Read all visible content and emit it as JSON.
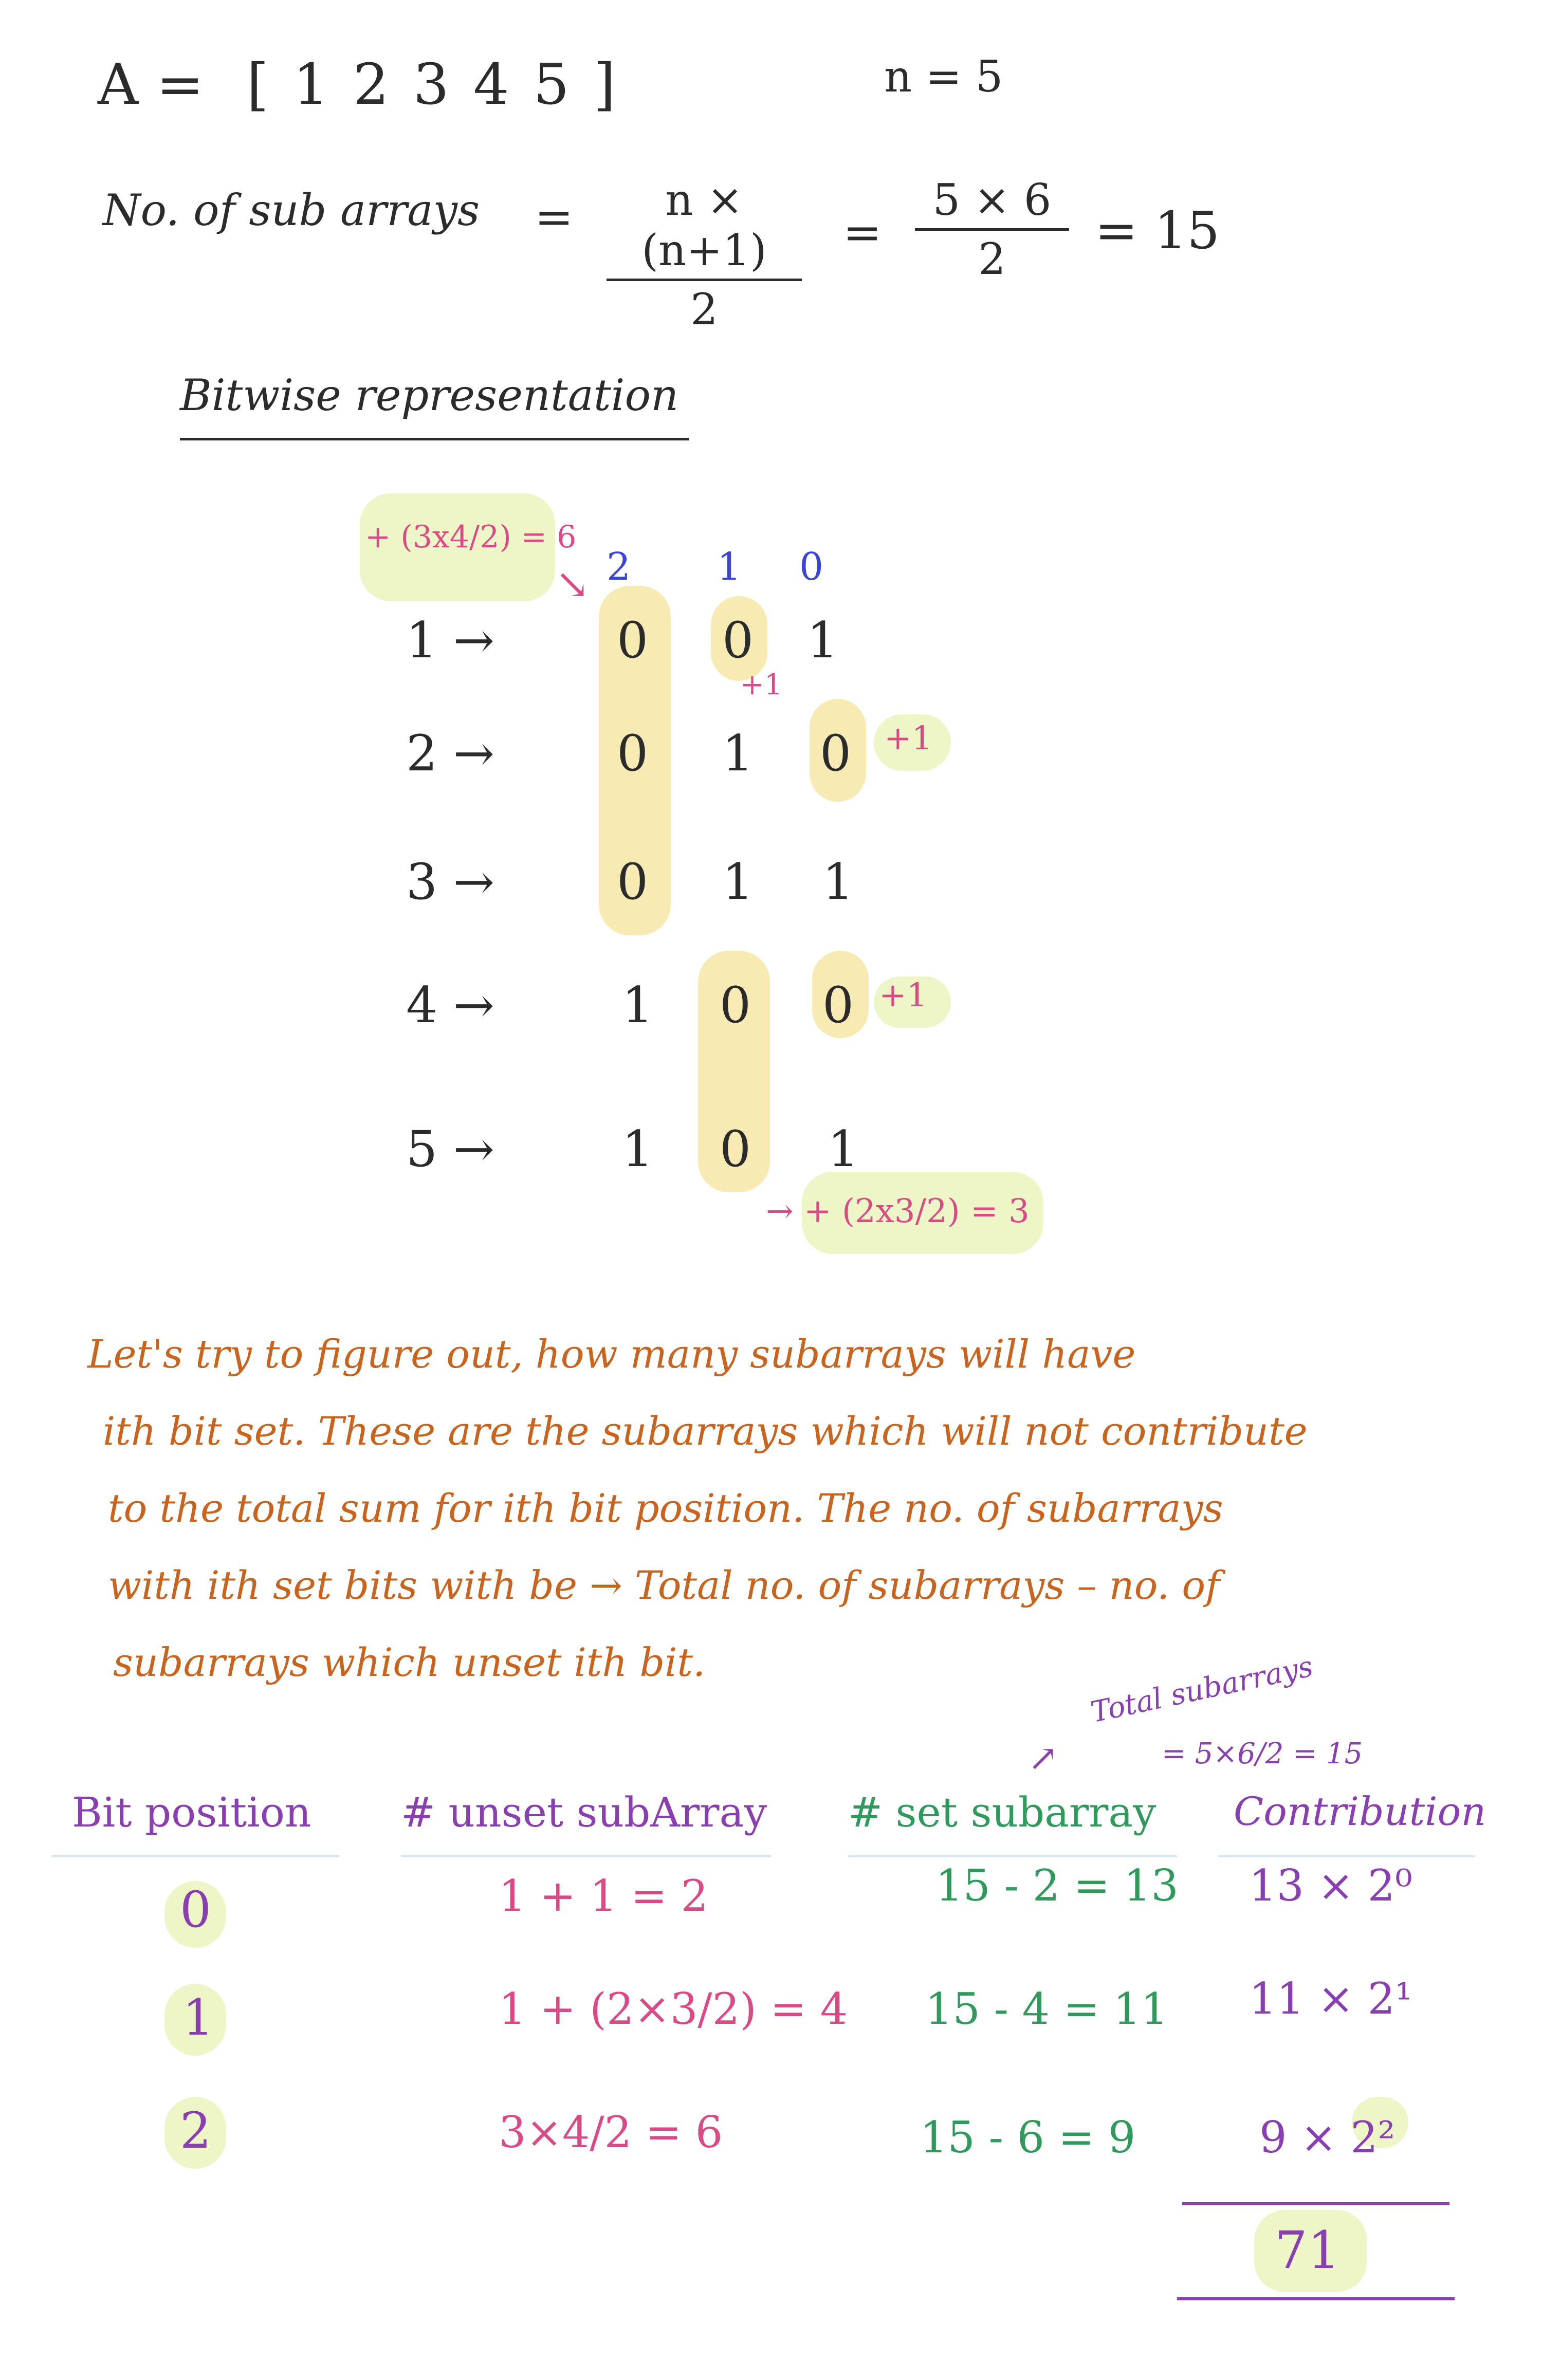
{
  "header": {
    "array_label": "A =",
    "array_values": "[ 1   2   3   4   5 ]",
    "n_label": "n = 5",
    "count_label": "No. of sub arrays",
    "eq": "=",
    "formula_num": "n × (n+1)",
    "formula_den": "2",
    "subst_num": "5 × 6",
    "subst_den": "2",
    "result": "= 15"
  },
  "bitwise": {
    "title": "Bitwise representation",
    "column_headers": [
      "2",
      "1",
      "0"
    ],
    "rows": [
      {
        "label": "1 →",
        "bits": [
          "0",
          "0",
          "1"
        ]
      },
      {
        "label": "2 →",
        "bits": [
          "0",
          "1",
          "0"
        ]
      },
      {
        "label": "3 →",
        "bits": [
          "0",
          "1",
          "1"
        ]
      },
      {
        "label": "4 →",
        "bits": [
          "1",
          "0",
          "0"
        ]
      },
      {
        "label": "5 →",
        "bits": [
          "1",
          "0",
          "1"
        ]
      }
    ],
    "note_top": "+ (3x4/2) = 6",
    "note_plus1_a": "+1",
    "note_plus1_b": "+1",
    "note_plus1_c": "+1",
    "note_bottom": "→ + (2x3/2) = 3"
  },
  "explanation": {
    "lines": [
      "Let's try to figure out, how many subarrays will have",
      "ith bit set. These are the subarrays which will not contribute",
      "to the total sum for ith bit position. The no. of subarrays",
      "with ith set bits with be → Total no. of subarrays – no. of",
      "subarrays which unset ith bit."
    ]
  },
  "annotation": {
    "total_line1": "Total subarrays",
    "total_line2": "= 5×6/2 = 15"
  },
  "table": {
    "headers": [
      "Bit position",
      "# unset subArray",
      "# set subarray",
      "Contribution"
    ],
    "rows": [
      {
        "bit": "0",
        "unset": "1 + 1 = 2",
        "set": "15 - 2 = 13",
        "contribution": "13 × 2⁰"
      },
      {
        "bit": "1",
        "unset": "1 + (2×3/2) = 4",
        "set": "15 - 4 = 11",
        "contribution": "11 × 2¹"
      },
      {
        "bit": "2",
        "unset": "3×4/2 = 6",
        "set": "15 - 6 = 9",
        "contribution": "9 × 2²"
      }
    ],
    "total": "71"
  }
}
